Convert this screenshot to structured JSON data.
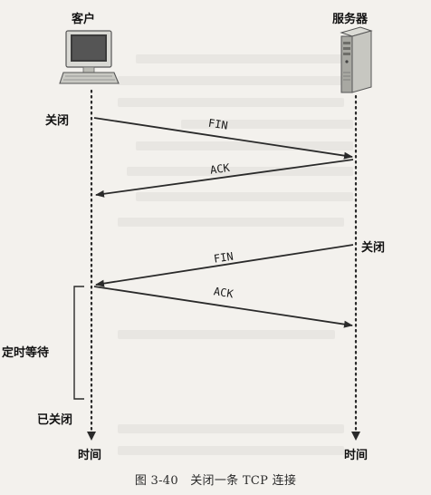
{
  "client": {
    "title": "客户",
    "event_close": "关闭",
    "wait_label": "定时等待",
    "closed_label": "已关闭",
    "time_label": "时间"
  },
  "server": {
    "title": "服务器",
    "event_close": "关闭",
    "time_label": "时间"
  },
  "messages": [
    {
      "label": "FIN"
    },
    {
      "label": "ACK"
    },
    {
      "label": "FIN"
    },
    {
      "label": "ACK"
    }
  ],
  "caption": "图 3-40　关闭一条 TCP 连接",
  "icons": {
    "client": "desktop-computer-icon",
    "server": "server-tower-icon"
  },
  "colors": {
    "line": "#2a2a2a",
    "background": "#f3f1ed"
  }
}
